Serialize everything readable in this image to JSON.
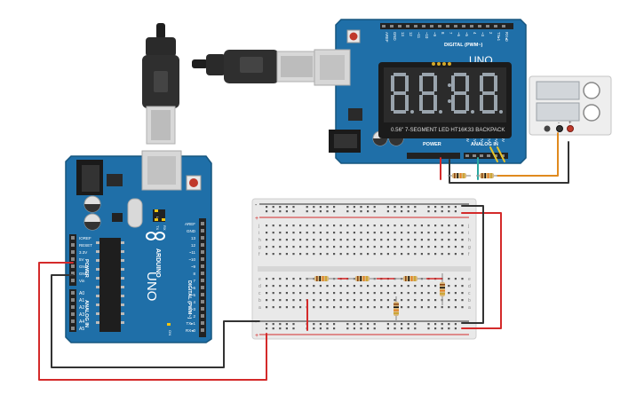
{
  "colors": {
    "board": "#1f6fa8",
    "board_dark": "#17567f",
    "breadboard": "#e8e8e8",
    "wire_red": "#d42a2a",
    "wire_black": "#333333",
    "wire_orange": "#e08a1e",
    "wire_teal": "#2aa8a0",
    "display_bg": "#2b2b2b",
    "segment": "#9aa4ad"
  },
  "arduino_left": {
    "brand": "ARDUINO",
    "model": "UNO",
    "power_label": "POWER",
    "analog_label": "ANALOG IN",
    "digital_label": "DIGITAL (PWM~)",
    "power_pins": [
      "IOREF",
      "RESET",
      "3.3V",
      "5V",
      "GND",
      "GND",
      "Vin"
    ],
    "analog_pins": [
      "A0",
      "A1",
      "A2",
      "A3",
      "A4",
      "A5"
    ],
    "digital_pins": [
      "AREF",
      "GND",
      "13",
      "12",
      "~11",
      "~10",
      "~9",
      "8",
      "7",
      "~6",
      "~5",
      "4",
      "~3",
      "2",
      "TX▸1",
      "RX◂0"
    ],
    "led_labels": [
      "TX",
      "RX",
      "L",
      "ON"
    ]
  },
  "arduino_top": {
    "model": "UNO",
    "digital_label": "DIGITAL (PWM~)",
    "power_label": "POWER",
    "analog_label": "ANALOG IN",
    "analog_pins": [
      "A0",
      "A1",
      "A2",
      "A3",
      "A4",
      "A5"
    ],
    "digital_pins": [
      "AREF",
      "GND",
      "13",
      "12",
      "~11",
      "~10",
      "~9",
      "8",
      "7",
      "~6",
      "~5",
      "4",
      "~3",
      "2",
      "TX▸1",
      "RX◂0"
    ]
  },
  "display": {
    "digits": "8888",
    "caption": "0.56\" 7-SEGMENT LED HT16K33 BACKPACK"
  },
  "power_supply": {
    "terminal_neg": "-",
    "terminal_pos": "+"
  },
  "breadboard": {
    "rail_plus": "+",
    "rail_minus": "-",
    "row_letters_top": [
      "j",
      "i",
      "h",
      "g",
      "f"
    ],
    "row_letters_bottom": [
      "e",
      "d",
      "c",
      "b",
      "a"
    ],
    "columns": 30
  }
}
